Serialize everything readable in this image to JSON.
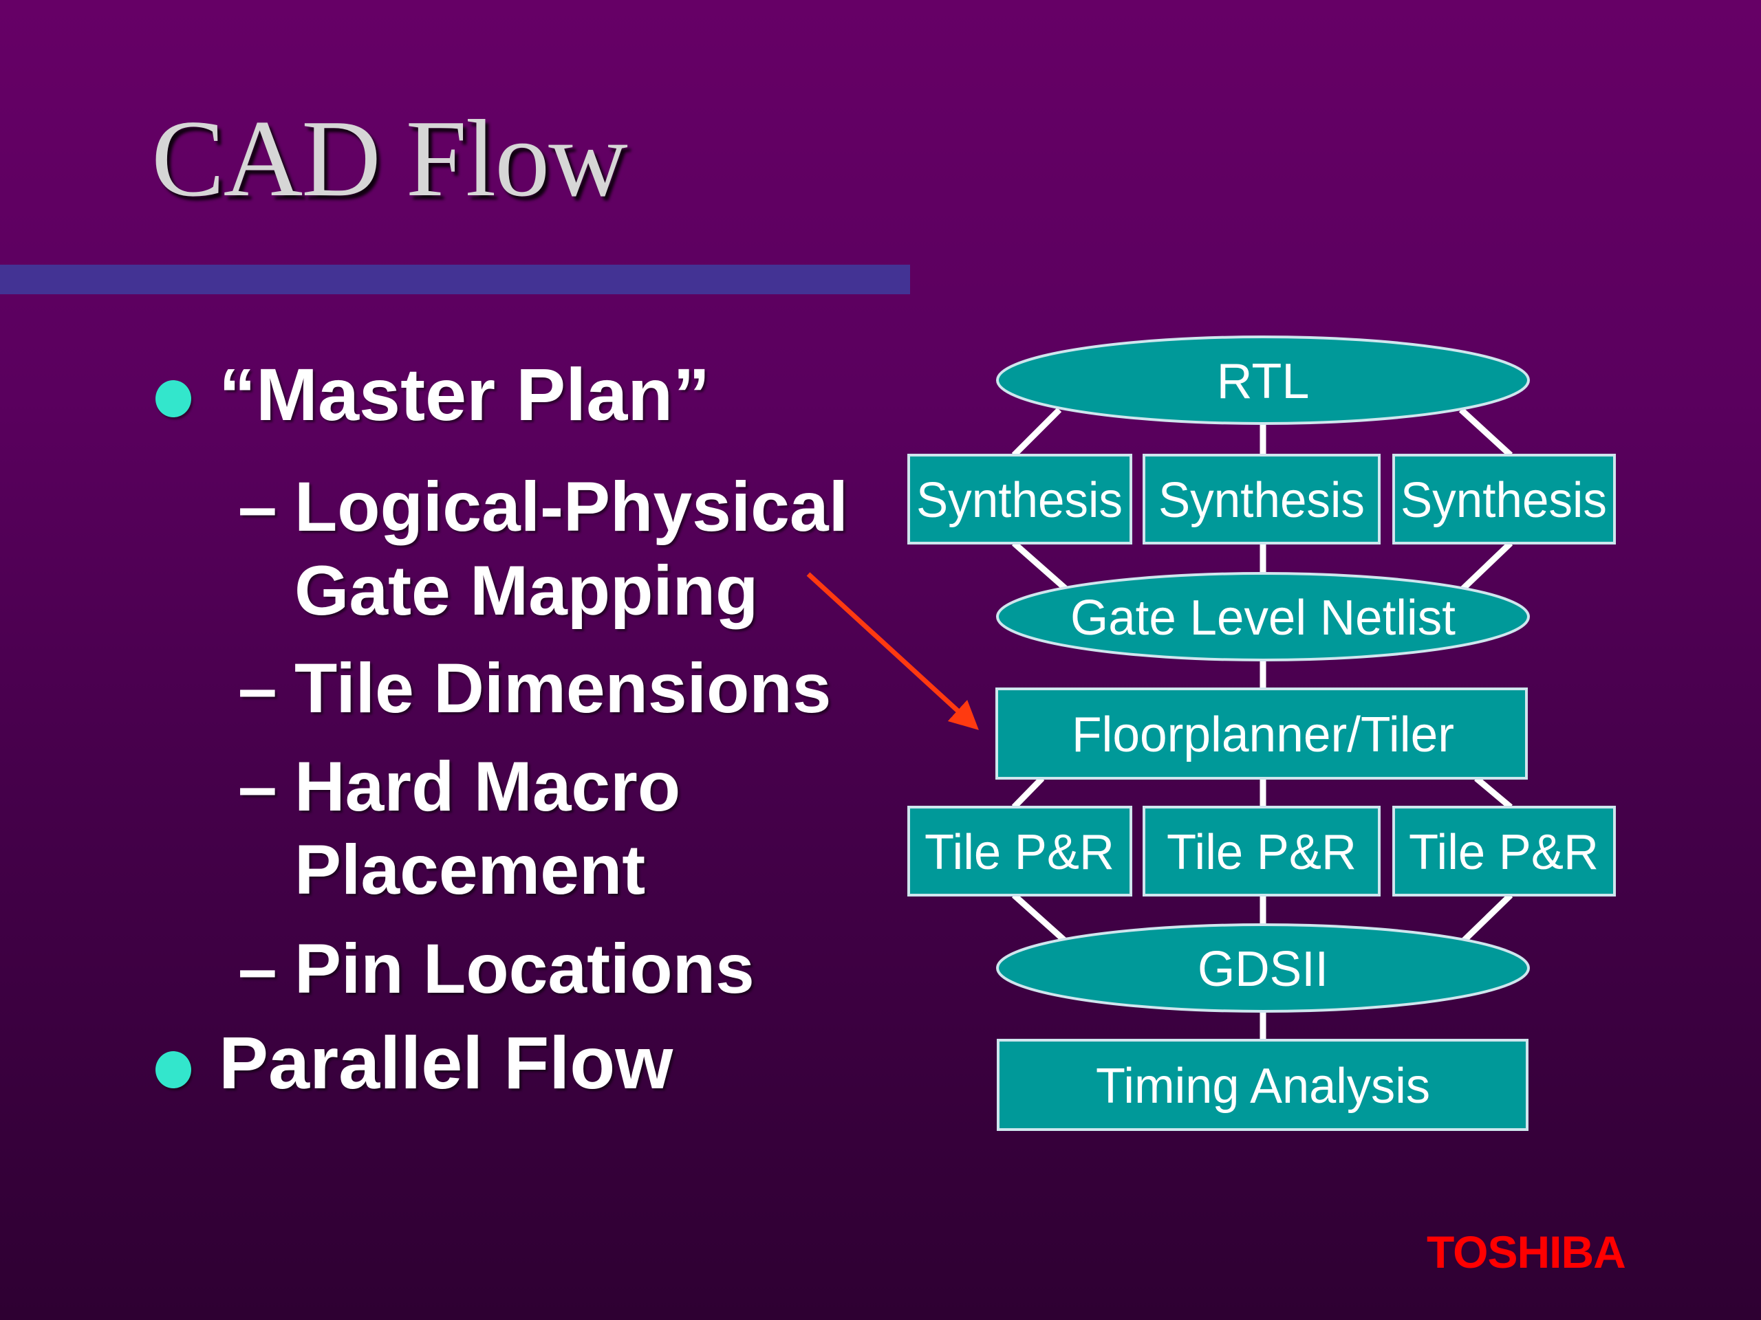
{
  "slide": {
    "title": "CAD Flow",
    "brand": "TOSHIBA",
    "colors": {
      "bullet": "#33e6cc",
      "node_fill": "#009999",
      "connector": "#ffffff",
      "arrow": "#ff3a10",
      "title_bar": "#433394",
      "brand": "#ff0000"
    }
  },
  "bullets": [
    {
      "text": "“Master Plan”",
      "subitems": [
        {
          "lines": [
            "Logical-Physical",
            "Gate Mapping"
          ]
        },
        {
          "lines": [
            "Tile Dimensions"
          ]
        },
        {
          "lines": [
            "Hard Macro",
            "Placement"
          ]
        },
        {
          "lines": [
            "Pin Locations"
          ]
        }
      ]
    },
    {
      "text": "Parallel Flow",
      "subitems": []
    }
  ],
  "dash": "–",
  "diagram": {
    "nodes": {
      "rtl": {
        "label": "RTL",
        "shape": "ellipse"
      },
      "synth1": {
        "label": "Synthesis",
        "shape": "box"
      },
      "synth2": {
        "label": "Synthesis",
        "shape": "box"
      },
      "synth3": {
        "label": "Synthesis",
        "shape": "box"
      },
      "netlist": {
        "label": "Gate Level Netlist",
        "shape": "ellipse"
      },
      "floorplanner": {
        "label": "Floorplanner/Tiler",
        "shape": "box"
      },
      "tile1": {
        "label": "Tile P&R",
        "shape": "box"
      },
      "tile2": {
        "label": "Tile P&R",
        "shape": "box"
      },
      "tile3": {
        "label": "Tile P&R",
        "shape": "box"
      },
      "gdsii": {
        "label": "GDSII",
        "shape": "ellipse"
      },
      "timing": {
        "label": "Timing Analysis",
        "shape": "box"
      }
    },
    "edges": [
      [
        "rtl",
        "synth1"
      ],
      [
        "rtl",
        "synth2"
      ],
      [
        "rtl",
        "synth3"
      ],
      [
        "synth1",
        "netlist"
      ],
      [
        "synth2",
        "netlist"
      ],
      [
        "synth3",
        "netlist"
      ],
      [
        "netlist",
        "floorplanner"
      ],
      [
        "floorplanner",
        "tile1"
      ],
      [
        "floorplanner",
        "tile2"
      ],
      [
        "floorplanner",
        "tile3"
      ],
      [
        "tile1",
        "gdsii"
      ],
      [
        "tile2",
        "gdsii"
      ],
      [
        "tile3",
        "gdsii"
      ],
      [
        "gdsii",
        "timing"
      ]
    ],
    "annotation_arrow": {
      "from": "Gate Mapping",
      "to": "floorplanner"
    }
  }
}
